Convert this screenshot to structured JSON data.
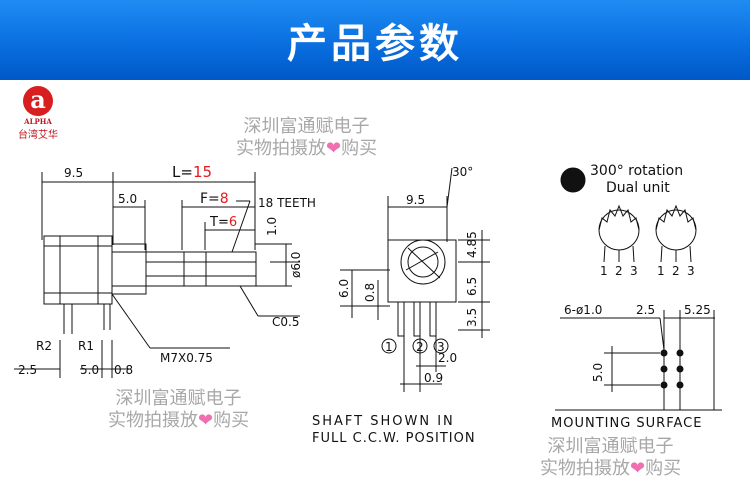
{
  "banner": {
    "title": "产品参数"
  },
  "logo": {
    "letter": "a",
    "en": "ALPHA",
    "cn": "台湾艾华"
  },
  "watermark": {
    "line1": "深圳富通赋电子",
    "line2_before": "实物拍摄放",
    "heart": "❤",
    "line2_after": "购买"
  },
  "side_view": {
    "dim_9_5": "9.5",
    "L_label": "L=",
    "L_value": "15",
    "dim_5_0_top": "5.0",
    "F_label": "F=",
    "F_value": "8",
    "T_label": "T=",
    "T_value": "6",
    "teeth": "18 TEETH",
    "dim_1_0": "1.0",
    "dim_dia6": "ø6.0",
    "chamfer": "C0.5",
    "thread": "M7X0.75",
    "r2": "R2",
    "r1": "R1",
    "dim_2_5": "2.5",
    "dim_5_0_bottom": "5.0",
    "dim_0_8": "0.8"
  },
  "front_view": {
    "angle": "30°",
    "dim_9_5": "9.5",
    "dim_4_85": "4.85",
    "dim_6_5": "6.5",
    "dim_3_5": "3.5",
    "dim_6_0": "6.0",
    "dim_0_8": "0.8",
    "dim_2_0": "2.0",
    "dim_0_9": "0.9",
    "pin1": "1",
    "pin2": "2",
    "pin3": "3",
    "caption1": "SHAFT SHOWN IN",
    "caption2": "FULL C.C.W. POSITION"
  },
  "right_panel": {
    "rotation": "300° rotation",
    "unit": "Dual unit",
    "pins_left": [
      "1",
      "2",
      "3"
    ],
    "pins_right": [
      "1",
      "2",
      "3"
    ],
    "holes": "6-ø1.0",
    "dim_2_5": "2.5",
    "dim_5_25": "5.25",
    "dim_5_0": "5.0",
    "mounting": "MOUNTING SURFACE"
  }
}
